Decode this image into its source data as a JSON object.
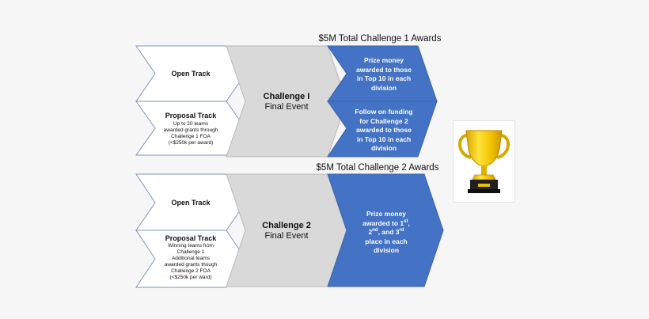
{
  "challenge1": {
    "award_title": "$5M Total Challenge 1 Awards",
    "open_track": "Open Track",
    "proposal_track_title": "Proposal Track",
    "proposal_track_lines": [
      "Up to 20 teams",
      "awarded grants through",
      "Challenge 1 FOA",
      "(<$250k per award)"
    ],
    "challenge_title": "Challenge I",
    "challenge_sub": "Final Event",
    "award_top_lines": [
      "Prize money",
      "awarded to those",
      "in Top 10 in each",
      "division"
    ],
    "award_bottom_lines": [
      "Follow on funding",
      "for Challenge 2",
      "awarded to those",
      "in Top 10 in each",
      "division"
    ]
  },
  "challenge2": {
    "award_title": "$5M Total Challenge 2 Awards",
    "open_track": "Open Track",
    "proposal_track_title": "Proposal Track",
    "proposal_track_lines": [
      "Winning teams from",
      "Challenge 1",
      "Additional teams",
      "awarded grants though",
      "Challenge 2 FOA",
      "(<$250k per ward)"
    ],
    "challenge_title": "Challenge 2",
    "challenge_sub": "Final Event",
    "award": {
      "line1": "Prize money",
      "line2": "awarded to 1",
      "sup1": "st",
      "line3a": "2",
      "sup2": "nd",
      "line3b": ", and 3",
      "sup3": "rd",
      "line4": "place in each",
      "line5": "division"
    }
  },
  "colors": {
    "blue": "#4472c4",
    "gray": "#d9d9d9",
    "outline": "#7f94b8",
    "trophy_gold": "#f2c200"
  },
  "trophy_icon": "trophy-icon"
}
